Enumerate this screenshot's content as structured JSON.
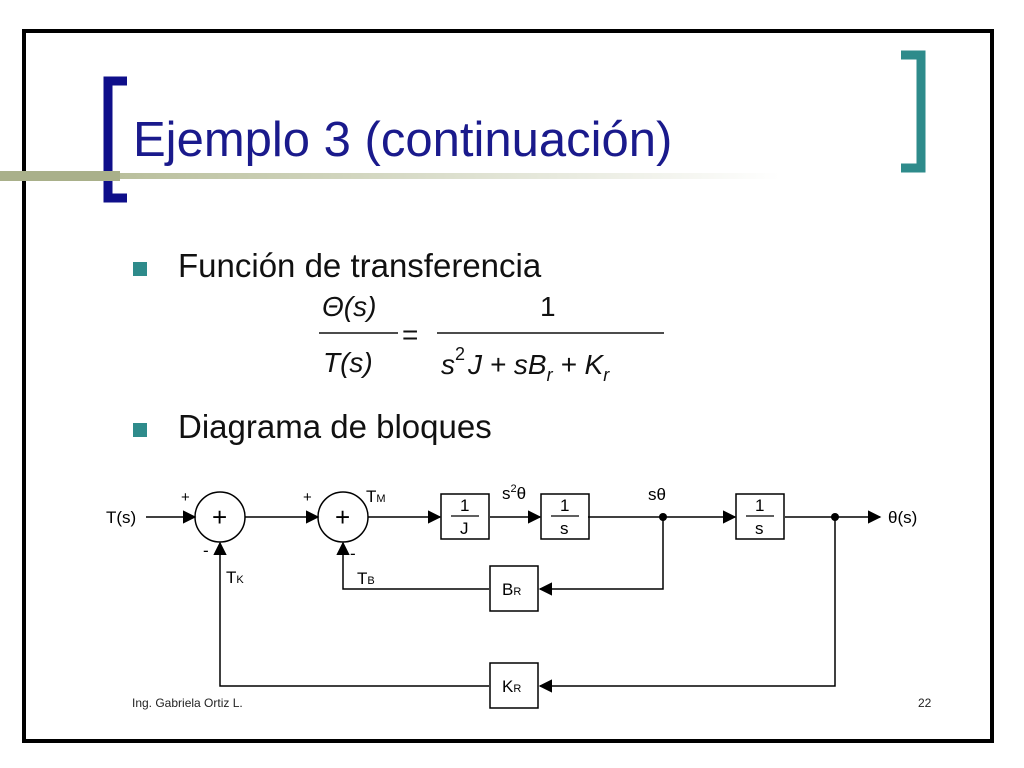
{
  "slide": {
    "title": "Ejemplo 3 (continuación)",
    "bullets": [
      {
        "text": "Función de transferencia"
      },
      {
        "text": "Diagrama de bloques"
      }
    ],
    "formula": {
      "num_left": "Θ(s)",
      "den_left": "T(s)",
      "equals": "=",
      "num_right": "1",
      "den_right_s": "s",
      "den_right_sup": "2",
      "den_right_J": "J + sB",
      "den_right_sub1": "r",
      "den_right_plus": " + K",
      "den_right_sub2": "r"
    },
    "footer_author": "Ing. Gabriela Ortiz L.",
    "page_number": "22"
  },
  "diagram": {
    "input_label": "T(s)",
    "output_label": "θ(s)",
    "sum1_symbol": "+",
    "sum2_symbol": "+",
    "sum1_plus": "+",
    "sum1_minus": "-",
    "sum2_plus": "+",
    "sum2_minus": "-",
    "tm_label": "T",
    "tm_sub": "M",
    "tk_label": "T",
    "tk_sub": "K",
    "tb_label": "T",
    "tb_sub": "B",
    "s2theta_label": "s",
    "s2theta_sup": "2",
    "s2theta_theta": "θ",
    "stheta_label": "sθ",
    "block_1j_num": "1",
    "block_1j_den": "J",
    "block_1s_a_num": "1",
    "block_1s_a_den": "s",
    "block_1s_b_num": "1",
    "block_1s_b_den": "s",
    "block_br": "B",
    "block_br_sub": "R",
    "block_kr": "K",
    "block_kr_sub": "R"
  },
  "colors": {
    "title": "#1a1a8c",
    "bracket_left": "#0f0f8a",
    "bracket_right": "#2e8b8b",
    "bullet": "#2e8b8b"
  }
}
